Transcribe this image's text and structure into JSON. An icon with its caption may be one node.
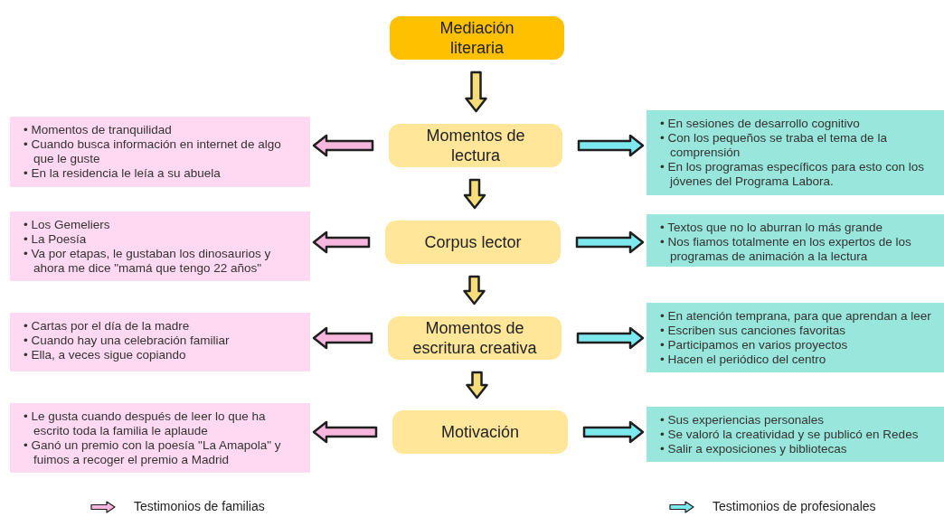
{
  "diagram": {
    "nodes": [
      {
        "text": [
          "Mediación literaria"
        ]
      },
      {
        "text": [
          "Momentos de lectura"
        ]
      },
      {
        "text": [
          "Corpus lector"
        ]
      },
      {
        "text": [
          "Momentos de escritura creativa"
        ]
      },
      {
        "text": [
          "Motivación"
        ]
      },
      {
        "text": [
          "• Momentos de tranquilidad",
          "• Cuando busca información en internet de algo que le guste",
          "• En la residencia le leía a su abuela"
        ]
      },
      {
        "text": [
          "• Los Gemeliers",
          "• La Poesía",
          "• Va por etapas, le gustaban los dinosaurios y ahora me dice \"mamá que tengo 22 años\""
        ]
      },
      {
        "text": [
          "• Cartas por el día de la madre",
          "• Cuando hay una celebración familiar",
          "• Ella, a veces sigue copiando"
        ]
      },
      {
        "text": [
          "• Le gusta cuando después de leer lo que ha escrito toda la familia le aplaude",
          "• Ganó un premio con la poesía \"La Amapola\" y fuimos a recoger el premio a Madrid"
        ]
      },
      {
        "text": [
          "• En sesiones de desarrollo cognitivo",
          "• Con los pequeños se traba el tema de la comprensión",
          "• En los programas específicos para esto con los jóvenes del Programa Labora."
        ]
      },
      {
        "text": [
          "• Textos que no lo aburran lo más grande",
          "• Nos fiamos totalmente en los expertos de los programas de animación a la lectura"
        ]
      },
      {
        "text": [
          "• En atención temprana, para que aprendan a leer",
          "• Escriben sus canciones favoritas",
          "• Participamos en varios proyectos",
          "• Hacen el periódico del centro"
        ]
      },
      {
        "text": [
          "• Sus experiencias personales",
          "• Se valoró la creatividad y se publicó en Redes",
          "• Salir a exposiciones y bibliotecas"
        ]
      }
    ],
    "edges": [
      {
        "from": 0,
        "to": 1,
        "arrow": "to",
        "color": "#f5de7a"
      },
      {
        "from": 1,
        "to": 2,
        "arrow": "to",
        "color": "#f5de7a"
      },
      {
        "from": 2,
        "to": 3,
        "arrow": "to",
        "color": "#f5de7a"
      },
      {
        "from": 3,
        "to": 4,
        "arrow": "to",
        "color": "#f5de7a"
      },
      {
        "from": 1,
        "to": 5,
        "arrow": "to",
        "color": "#f7b6dd"
      },
      {
        "from": 2,
        "to": 6,
        "arrow": "to",
        "color": "#f7b6dd"
      },
      {
        "from": 3,
        "to": 7,
        "arrow": "to",
        "color": "#f7b6dd"
      },
      {
        "from": 4,
        "to": 8,
        "arrow": "to",
        "color": "#f7b6dd"
      },
      {
        "from": 1,
        "to": 9,
        "arrow": "to",
        "color": "#7ee8ef"
      },
      {
        "from": 2,
        "to": 10,
        "arrow": "to",
        "color": "#7ee8ef"
      },
      {
        "from": 3,
        "to": 11,
        "arrow": "to",
        "color": "#7ee8ef"
      },
      {
        "from": 4,
        "to": 12,
        "arrow": "to",
        "color": "#7ee8ef"
      }
    ],
    "legend": [
      {
        "text": "Testimonios de familias",
        "color": "#f7b6dd"
      },
      {
        "text": "Testimonios de profesionales",
        "color": "#7ee8ef"
      }
    ]
  }
}
